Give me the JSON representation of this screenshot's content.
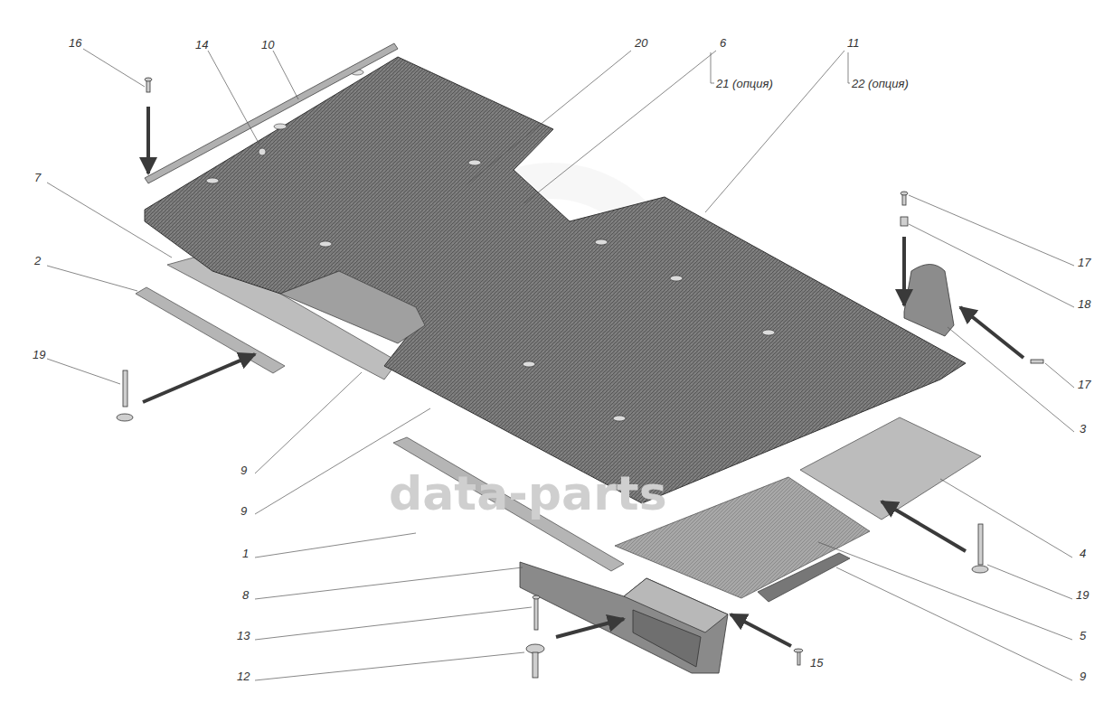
{
  "diagram": {
    "labels": [
      "16",
      "14",
      "10",
      "20",
      "6",
      "21 (опция)",
      "11",
      "22 (опция)",
      "7",
      "2",
      "19",
      "17",
      "18",
      "17",
      "3",
      "9",
      "9",
      "1",
      "8",
      "13",
      "12",
      "15",
      "4",
      "19",
      "5",
      "9",
      "data-parts"
    ]
  }
}
